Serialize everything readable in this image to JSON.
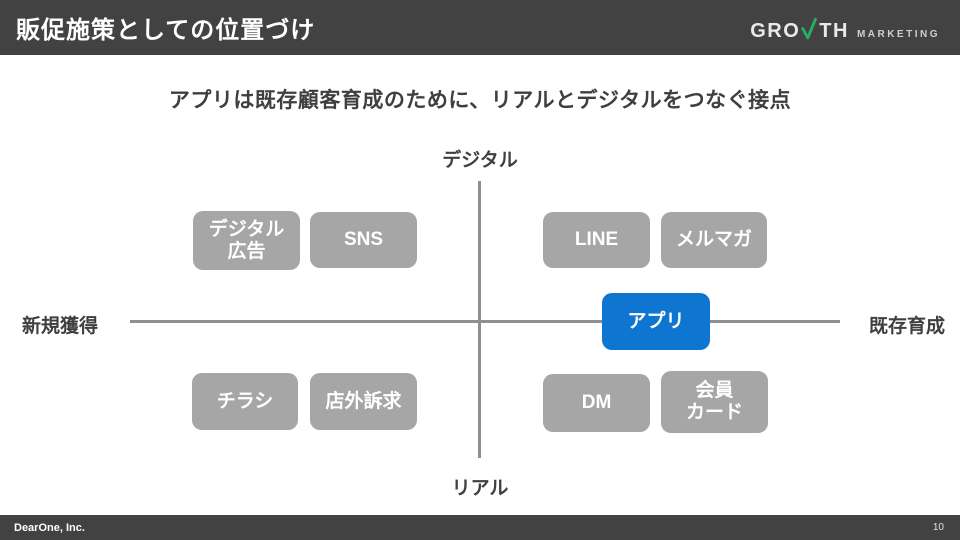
{
  "header": {
    "title": "販促施策としての位置づけ",
    "logo": {
      "brand_pre": "GRO",
      "brand_post": "TH",
      "brand_sub": "MARKETING",
      "green": "#27ae60"
    }
  },
  "subtitle": "アプリは既存顧客育成のために、リアルとデジタルをつなぐ接点",
  "chart_data": {
    "type": "quadrant",
    "title": "販促施策としての位置づけ",
    "axis": {
      "top": "デジタル",
      "bottom": "リアル",
      "left": "新規獲得",
      "right": "既存育成"
    },
    "items": [
      {
        "label": "デジタル\n広告",
        "quadrant": "top-left",
        "color": "#a6a6a6",
        "highlighted": false
      },
      {
        "label": "SNS",
        "quadrant": "top-left",
        "color": "#a6a6a6",
        "highlighted": false
      },
      {
        "label": "LINE",
        "quadrant": "top-right",
        "color": "#a6a6a6",
        "highlighted": false
      },
      {
        "label": "メルマガ",
        "quadrant": "top-right",
        "color": "#a6a6a6",
        "highlighted": false
      },
      {
        "label": "アプリ",
        "quadrant": "right-axis",
        "color": "#0e76d1",
        "highlighted": true
      },
      {
        "label": "チラシ",
        "quadrant": "bottom-left",
        "color": "#a6a6a6",
        "highlighted": false
      },
      {
        "label": "店外訴求",
        "quadrant": "bottom-left",
        "color": "#a6a6a6",
        "highlighted": false
      },
      {
        "label": "DM",
        "quadrant": "bottom-right",
        "color": "#a6a6a6",
        "highlighted": false
      },
      {
        "label": "会員\nカード",
        "quadrant": "bottom-right",
        "color": "#a6a6a6",
        "highlighted": false
      }
    ]
  },
  "footer": {
    "company": "DearOne, Inc.",
    "page_number": "10"
  },
  "colors": {
    "header_bg": "#424242",
    "box_gray": "#a6a6a6",
    "accent_blue": "#0e76d1",
    "logo_green": "#27ae60",
    "axis_line": "#8f8f8f",
    "text_dark": "#3f3f3f"
  }
}
